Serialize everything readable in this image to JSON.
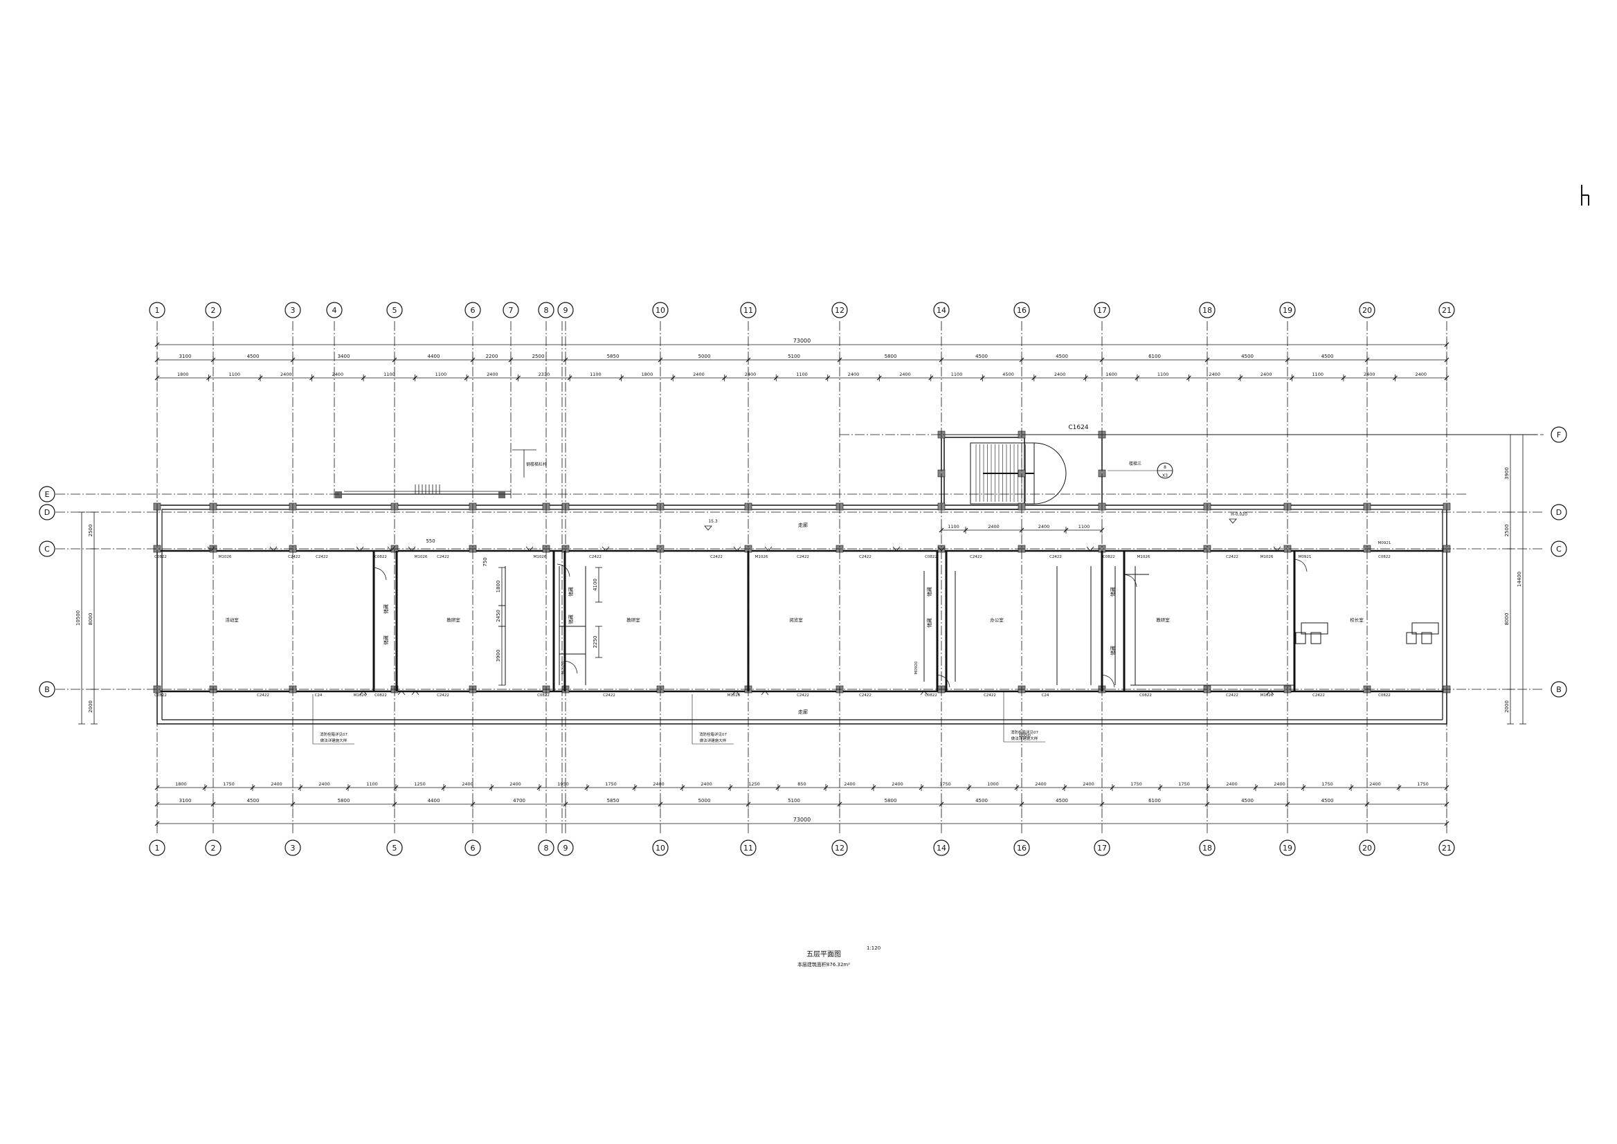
{
  "plan": {
    "title": "五层平面图",
    "scale": "1:120",
    "area_note": "本层建筑面积876.32m²"
  },
  "axes": {
    "columns": [
      "1",
      "2",
      "3",
      "4",
      "5",
      "6",
      "7",
      "8",
      "9",
      "10",
      "11",
      "12",
      "14",
      "16",
      "17",
      "18",
      "19",
      "20",
      "21"
    ],
    "bottom_columns": [
      "1",
      "2",
      "3",
      "5",
      "6",
      "8",
      "9",
      "10",
      "11",
      "12",
      "14",
      "16",
      "17",
      "18",
      "19",
      "20",
      "21"
    ],
    "rows": [
      "F",
      "E",
      "D",
      "C",
      "B"
    ]
  },
  "dimensions": {
    "overall_length": "73000",
    "top_bays": [
      "3100",
      "4500",
      "3400",
      "4400",
      "2200",
      "2500",
      "5850",
      "5000",
      "5100",
      "5800",
      "4500",
      "4500",
      "6100",
      "4500",
      "4500"
    ],
    "top_detail_segments": [
      "1800",
      "1100",
      "2400",
      "2400",
      "1100",
      "1100",
      "2400",
      "2330",
      "1100",
      "1800",
      "2400",
      "2400",
      "1100",
      "2400",
      "2400",
      "1100",
      "4500",
      "2400",
      "1600",
      "1100",
      "2400",
      "2400",
      "1100",
      "2400",
      "2400"
    ],
    "bottom_bays": [
      "3100",
      "4500",
      "5800",
      "4400",
      "4700",
      "5850",
      "5000",
      "5100",
      "5800",
      "4500",
      "4500",
      "6100",
      "4500",
      "4500"
    ],
    "bottom_detail_segments": [
      "1800",
      "1750",
      "2400",
      "2400",
      "1100",
      "1250",
      "2400",
      "2400",
      "1950",
      "1750",
      "2400",
      "2400",
      "1250",
      "850",
      "2400",
      "2400",
      "1750",
      "1000",
      "2400",
      "2400",
      "1750",
      "1750",
      "2400",
      "2400",
      "1750",
      "2400",
      "1750"
    ],
    "left_spans": [
      "2500",
      "8000",
      "2000"
    ],
    "left_total": "10500",
    "right_spans": [
      "3900",
      "2500",
      "8000",
      "2000"
    ],
    "right_total": "14400",
    "corridor_dims": [
      "1100",
      "2400",
      "2400",
      "1100"
    ],
    "partition_dims": [
      "1800",
      "2450",
      "3900",
      "4100",
      "2250",
      "1000",
      "750",
      "550"
    ]
  },
  "labels": {
    "window_top": "C1624",
    "stair_note": "楼梯三",
    "stair_ref_top": "8",
    "stair_ref_bottom": "X3",
    "rail_note": "钢楼梯栏杆",
    "corridor": "走廊",
    "elevation_left": "15.3",
    "elevation_right": "H-0.020",
    "doors": [
      "C0822",
      "M1026",
      "C2422",
      "M0920",
      "M0921",
      "C24",
      "C2422"
    ],
    "fire_cabinet": "消防栓箱详见07",
    "fire_cabinet_sub": "做法详建施大样",
    "rooms": [
      "活动室",
      "教研室",
      "教研室",
      "阅览室",
      "办公室",
      "教研室",
      "校长室"
    ],
    "closet": "储藏"
  }
}
